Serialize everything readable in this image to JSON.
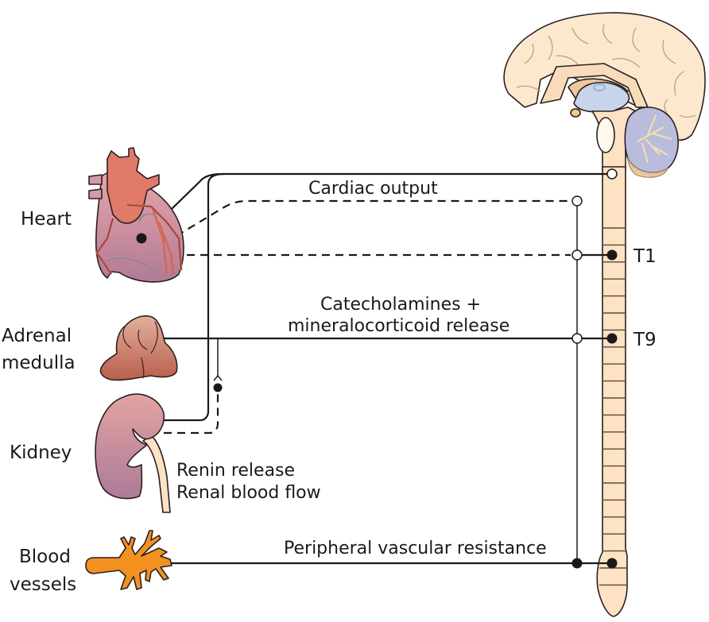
{
  "organs": {
    "heart": "Heart",
    "adrenal_line1": "Adrenal",
    "adrenal_line2": "medulla",
    "kidney": "Kidney",
    "vessels_line1": "Blood",
    "vessels_line2": "vessels"
  },
  "effects": {
    "cardiac": "Cardiac output",
    "catechol_line1": "Catecholamines +",
    "catechol_line2": "mineralocorticoid release",
    "renin": "Renin release",
    "renal_flow": "Renal blood flow",
    "pvr": "Peripheral vascular resistance"
  },
  "spinal_levels": {
    "t1": "T1",
    "t9": "T9"
  },
  "colors": {
    "heart": "#c98a9a",
    "aorta": "#e27a6a",
    "adrenal": "#c0705a",
    "kidney": "#c58a98",
    "vessels": "#f29020",
    "spinal_cord": "#fde2c4",
    "brain": "#fbe8cf",
    "ventricle": "#c8d4ec",
    "cerebellum": "#b9bcdc"
  }
}
